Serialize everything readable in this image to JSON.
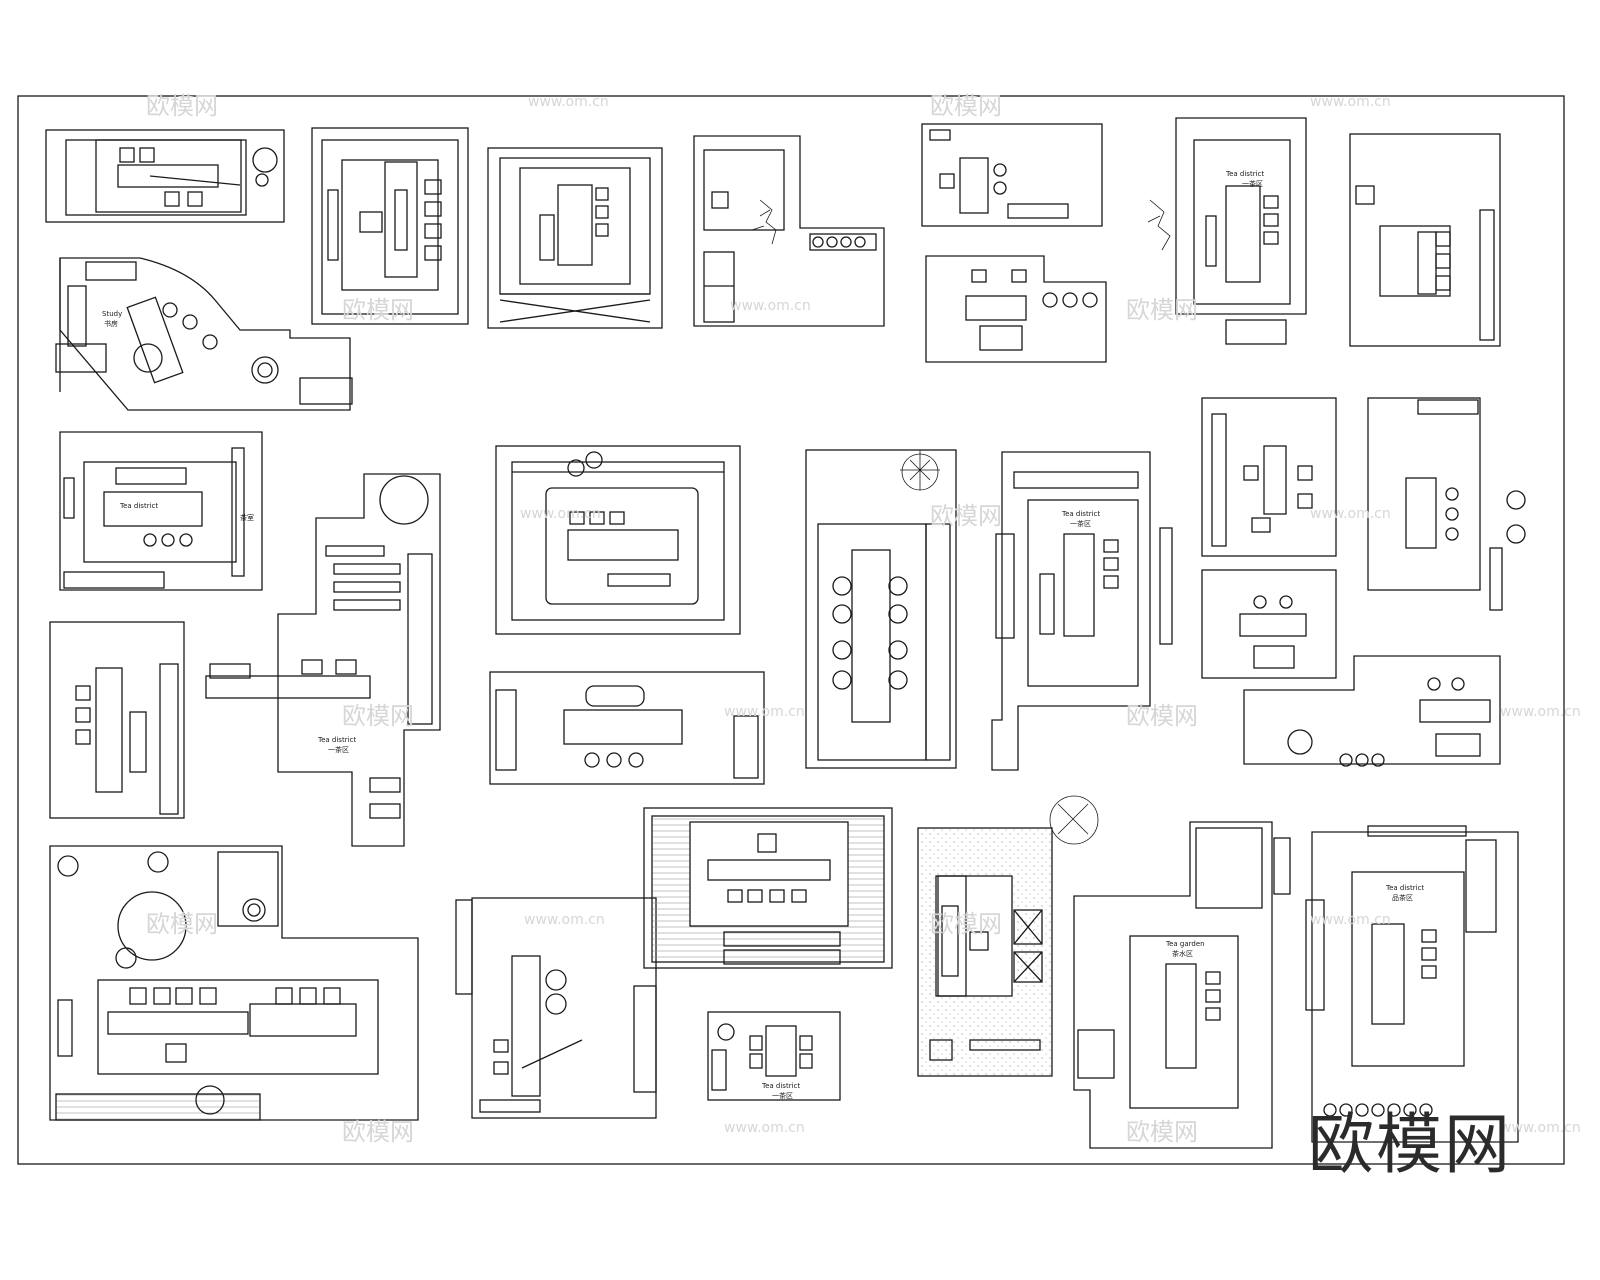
{
  "logo": "欧模网",
  "watermarks": {
    "brand": "欧模网",
    "url": "www.om.cn"
  },
  "plan_labels": {
    "tea_district": "Tea district",
    "tea_district_cn": "一茶区",
    "study": "Study",
    "study_cn": "书房",
    "tea_district_2": "Tea district",
    "tea_district_2_cn": "茶室",
    "tea_cn_3": "一茶区",
    "tea_garden": "Tea garden",
    "tea_garden_cn": "茶水区",
    "tea_cn_4": "一茶区",
    "tea_district_5": "Tea district",
    "tea_district_5_cn": "一茶区",
    "tea_district_6": "Tea district",
    "tea_district_6_cn": "品茶区"
  },
  "colors": {
    "line": "#1a1a1a",
    "watermark": "#d6d6d6",
    "hatch": "#9a9a9a"
  }
}
